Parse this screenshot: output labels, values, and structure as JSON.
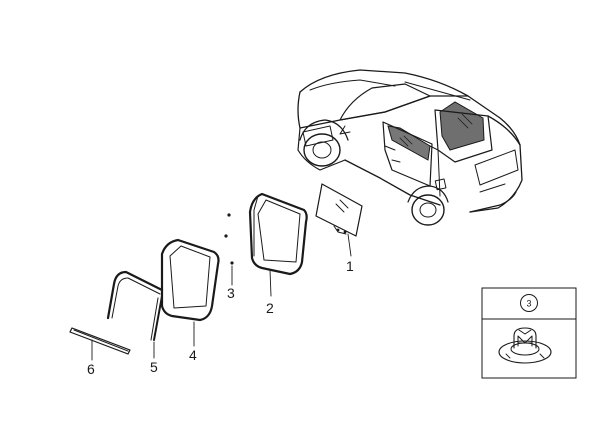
{
  "callouts": {
    "glass": "1",
    "run_channel": "2",
    "clip": "3",
    "door_weatherstrip": "4",
    "division_channel": "5",
    "belt_molding": "6"
  },
  "inset": {
    "callout": "3"
  }
}
